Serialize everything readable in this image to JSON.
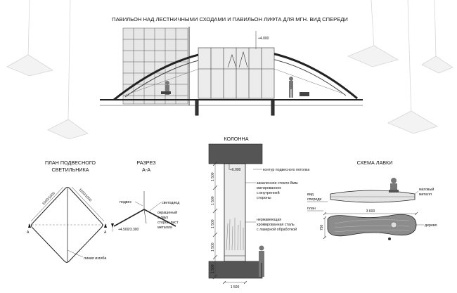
{
  "title": "ПАВИЛЬОН НАД ЛЕСТНИЧНЫМИ СХОДАМИ И ПАВИЛЬОН ЛИФТА ДЛЯ МГН. ВИД СПЕРЕДИ",
  "elevation": {
    "height_mark": "+4.000"
  },
  "lamp_plan": {
    "title_line1": "ПЛАН ПОДВЕСНОГО",
    "title_line2": "СВЕТИЛЬНИКА",
    "dim_left": "1500/1000",
    "dim_right": "1500/1000",
    "section_marker": "A",
    "bend_line": "линия изгиба"
  },
  "section": {
    "title_line1": "РАЗРЕЗ",
    "title_line2": "А-А",
    "hanger": "подвес",
    "led": "светодиод",
    "painted_line1": "окрашеный",
    "painted_line2": "с двух",
    "painted_line3": "сторон лист",
    "painted_line4": "металла",
    "height_mark": "+4.500/3.300"
  },
  "column": {
    "title": "КОЛОННА",
    "height_mark": "+6.000",
    "ceiling_contour": "контур подвесного потолка",
    "glass_line1": "закаленное стекло 8мм.",
    "glass_line2": "матированное",
    "glass_line3": "с внутренней",
    "glass_line4": "стороны",
    "steel_line1": "нержавеющая",
    "steel_line2": "хромированная сталь",
    "steel_line3": "с лазерной обработкой",
    "dim_v1": "1 500",
    "dim_v2": "1 500",
    "dim_v3": "1 500",
    "dim_v4": "1 500",
    "dim_v5": "1 500",
    "dim_bottom": "1 500"
  },
  "bench": {
    "title": "СХЕМА ЛАВКИ",
    "front_line1": "вид",
    "front_line2": "спереди",
    "plan_label": "план",
    "length_dim": "3 600",
    "width_dim": "750",
    "matte_line1": "матовый",
    "matte_line2": "металл",
    "wood": "дерево"
  }
}
